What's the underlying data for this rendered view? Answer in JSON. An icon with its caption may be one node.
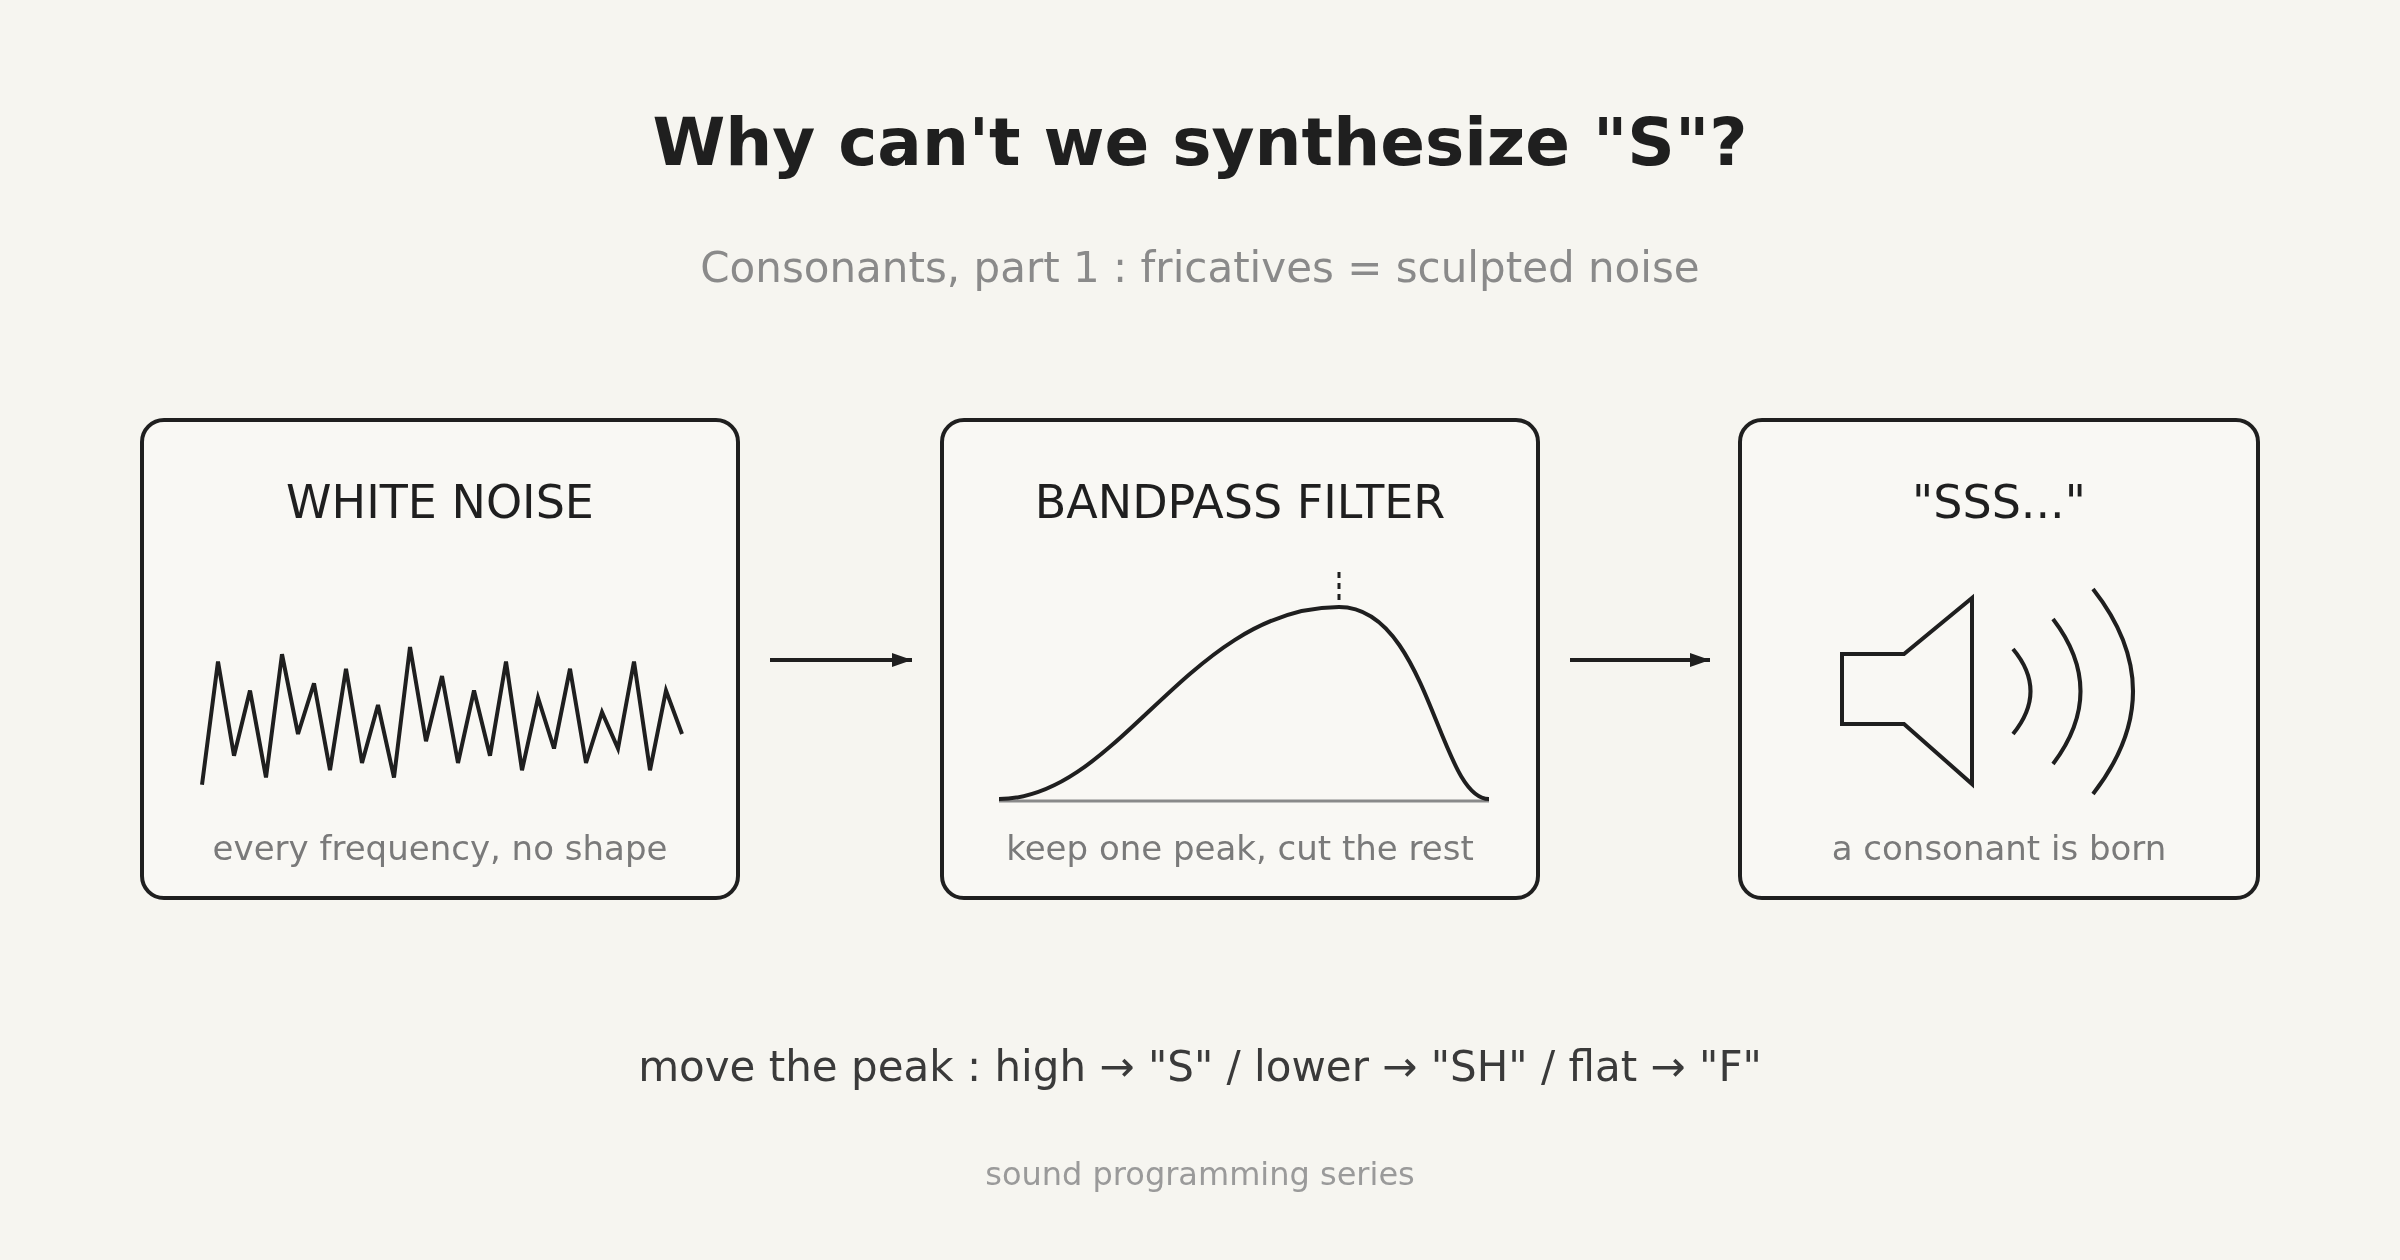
{
  "diagram": {
    "title": "Why can't we synthesize \"S\"?",
    "nodes": [
      {
        "text": [
          "WHITE NOISE",
          "every frequency, no shape"
        ]
      },
      {
        "text": [
          "BANDPASS FILTER",
          "keep one peak, cut the rest"
        ]
      },
      {
        "text": [
          "\"SSS...\"",
          "a consonant is born"
        ]
      }
    ],
    "edges": [
      {
        "from": 0,
        "to": 1,
        "arrow": "to"
      },
      {
        "from": 1,
        "to": 2,
        "arrow": "to"
      }
    ],
    "labels": [
      "Consonants, part 1 : fricatives = sculpted noise",
      "move the peak : high → \"S\" / lower → \"SH\" / flat → \"F\"",
      "sound programming series"
    ]
  }
}
